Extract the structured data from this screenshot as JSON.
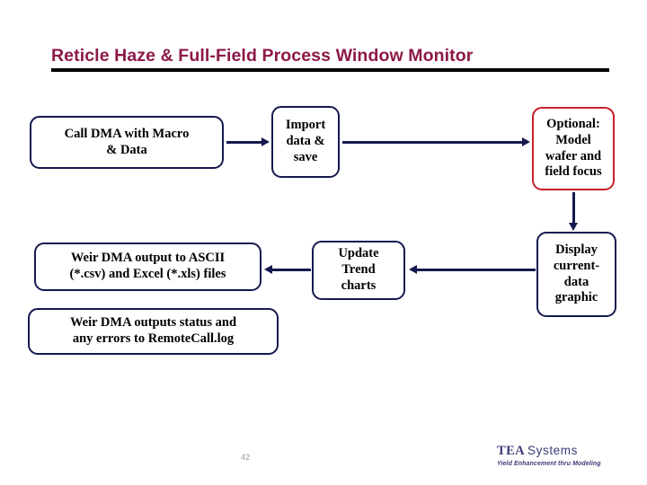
{
  "slide": {
    "title": "Reticle Haze & Full-Field Process Window Monitor",
    "page_number": "42",
    "accent_colors": {
      "title_maroon": "#8d1a49",
      "rule_black": "#000000",
      "navy": "#15194e",
      "red": "#c8202a",
      "logo_navy": "#3b3b7a",
      "page_number_gray": "#9a9a9a"
    }
  },
  "flowchart": {
    "boxes": [
      {
        "id": "call-dma",
        "label": "Call DMA with Macro\n& Data",
        "border_color": "#15194e"
      },
      {
        "id": "import-data",
        "label": "Import\ndata &\nsave",
        "border_color": "#15194e"
      },
      {
        "id": "optional-model",
        "label": "Optional:\nModel\nwafer and\nfield focus",
        "border_color": "#c8202a"
      },
      {
        "id": "weir-output",
        "label": "Weir DMA output to ASCII\n(*.csv) and Excel (*.xls) files",
        "border_color": "#15194e"
      },
      {
        "id": "update-trend",
        "label": "Update\nTrend\ncharts",
        "border_color": "#15194e"
      },
      {
        "id": "display-current",
        "label": "Display\ncurrent-\ndata\ngraphic",
        "border_color": "#15194e"
      },
      {
        "id": "weir-status",
        "label": "Weir DMA outputs status and\nany errors to RemoteCall.log",
        "border_color": "#15194e"
      }
    ],
    "connectors": [
      {
        "id": "call-dma-to-import-data",
        "direction": "right"
      },
      {
        "id": "import-data-to-optional-model",
        "direction": "right"
      },
      {
        "id": "optional-model-to-display-current",
        "direction": "down"
      },
      {
        "id": "display-current-to-update-trend",
        "direction": "left"
      },
      {
        "id": "update-trend-to-weir-output",
        "direction": "left"
      }
    ]
  },
  "logo": {
    "name_bold": "TEA",
    "name_regular": "Systems",
    "tagline": "Yield Enhancement thru Modeling"
  }
}
